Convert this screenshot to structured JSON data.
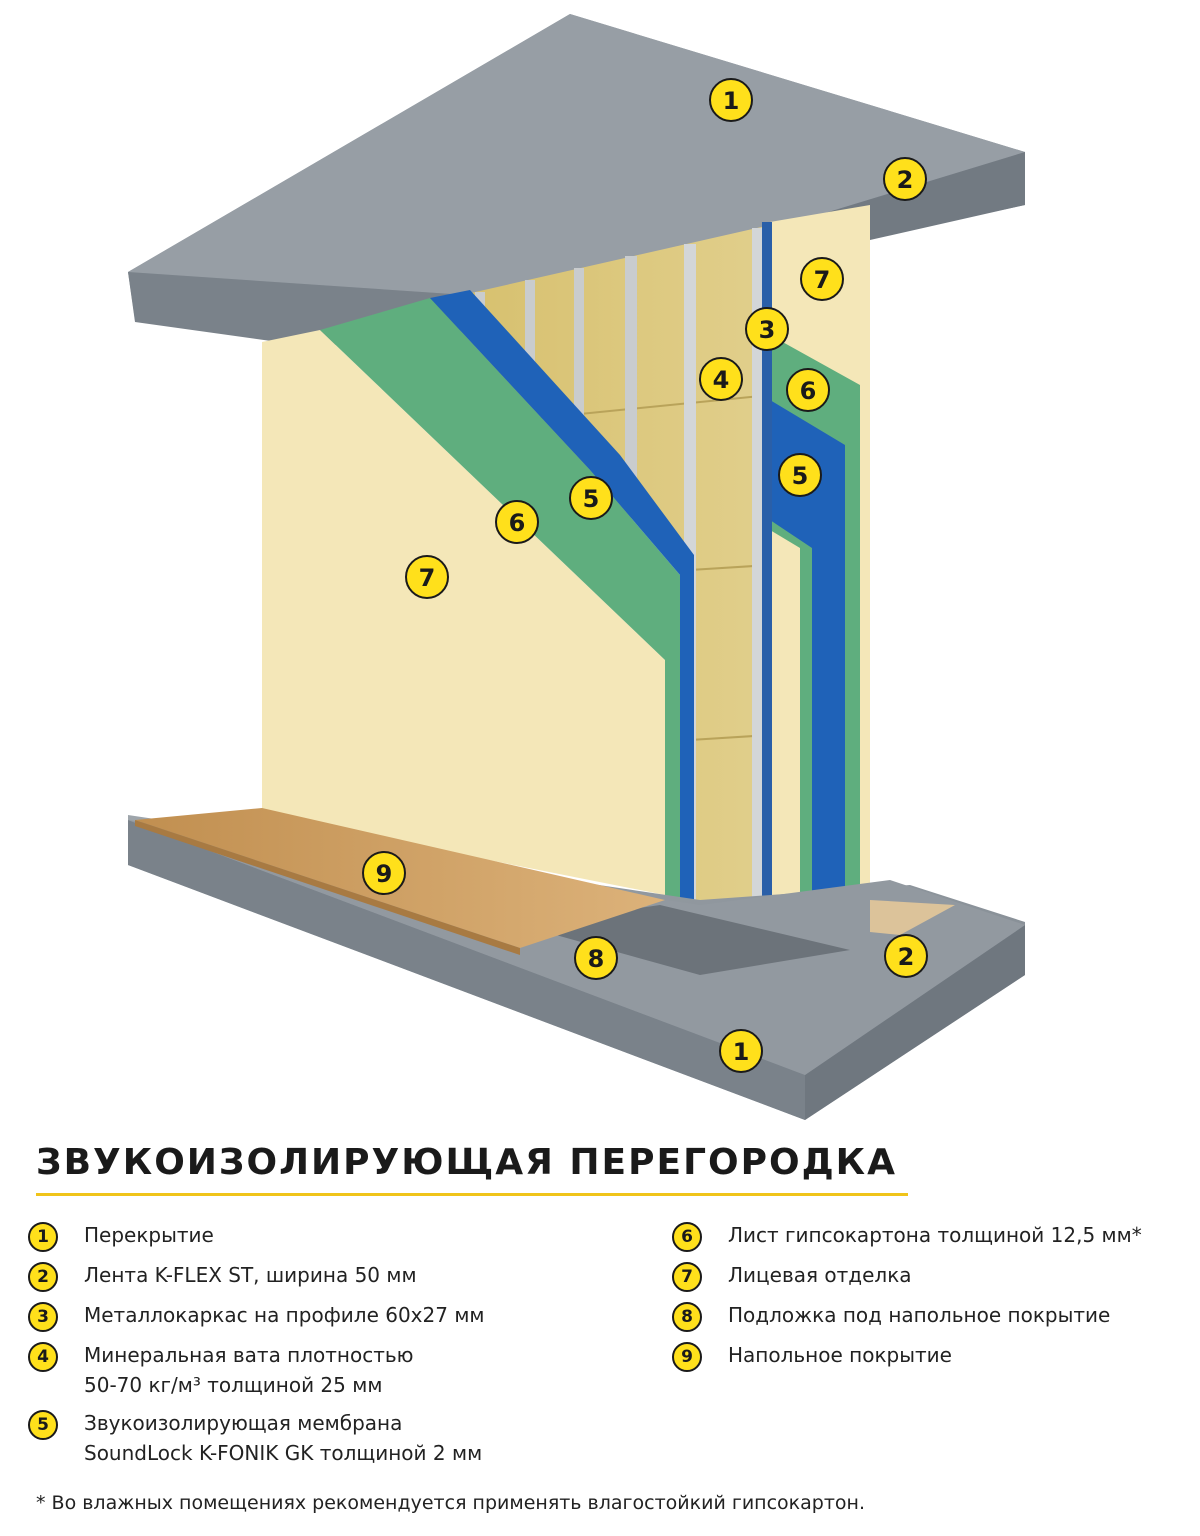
{
  "diagram": {
    "badges": [
      {
        "id": "top-slab",
        "label": "1"
      },
      {
        "id": "tape-top",
        "label": "2"
      },
      {
        "id": "frame-right",
        "label": "3"
      },
      {
        "id": "wool",
        "label": "4"
      },
      {
        "id": "membrane-left",
        "label": "5"
      },
      {
        "id": "membrane-right",
        "label": "5"
      },
      {
        "id": "gypsum-left",
        "label": "6"
      },
      {
        "id": "gypsum-right",
        "label": "6"
      },
      {
        "id": "finish-left",
        "label": "7"
      },
      {
        "id": "finish-right",
        "label": "7"
      },
      {
        "id": "underlay",
        "label": "8"
      },
      {
        "id": "floor",
        "label": "9"
      },
      {
        "id": "tape-bottom",
        "label": "2"
      },
      {
        "id": "bottom-slab",
        "label": "1"
      }
    ]
  },
  "title": "ЗВУКОИЗОЛИРУЮЩАЯ ПЕРЕГОРОДКА",
  "legend": {
    "left": [
      {
        "num": "1",
        "text": "Перекрытие"
      },
      {
        "num": "2",
        "text": "Лента K-FLEX ST, ширина 50 мм"
      },
      {
        "num": "3",
        "text": "Металлокаркас на профиле 60х27 мм"
      },
      {
        "num": "4",
        "text": "Минеральная вата плотностью\n50-70 кг/м³ толщиной 25 мм"
      },
      {
        "num": "5",
        "text": "Звукоизолирующая мембрана\nSoundLock K-FONIK GK толщиной 2 мм"
      }
    ],
    "right": [
      {
        "num": "6",
        "text": "Лист гипсокартона толщиной 12,5 мм*"
      },
      {
        "num": "7",
        "text": "Лицевая отделка"
      },
      {
        "num": "8",
        "text": "Подложка под напольное покрытие"
      },
      {
        "num": "9",
        "text": "Напольное покрытие"
      }
    ]
  },
  "footnote": "* Во влажных помещениях рекомендуется применять влагостойкий гипсокартон.",
  "colors": {
    "badge": "#ffe01b",
    "concrete": "#8d949c",
    "finish": "#f4e7b8",
    "gypsum": "#5fae7e",
    "membrane": "#1f62b8",
    "wool": "#d9c57a",
    "wood": "#c99a5b"
  }
}
